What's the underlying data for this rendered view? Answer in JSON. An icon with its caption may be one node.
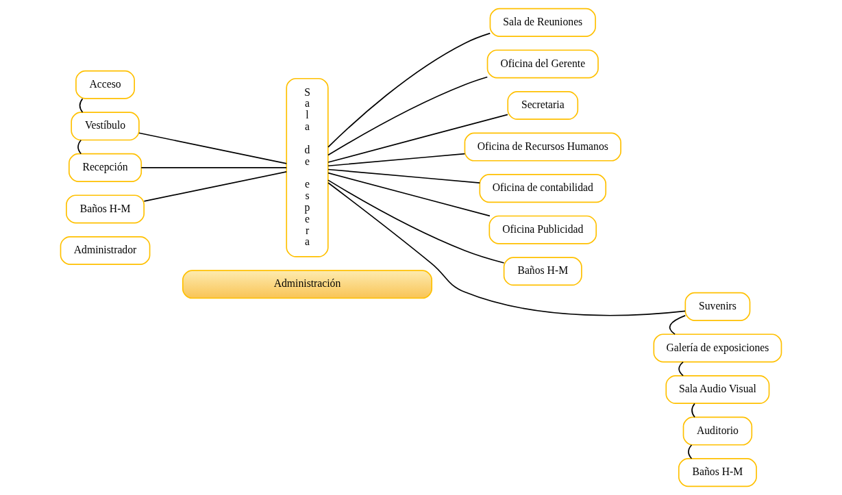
{
  "diagram": {
    "nodes": [
      {
        "text": [
          "Administración"
        ]
      },
      {
        "text": [
          "Acceso"
        ]
      },
      {
        "text": [
          "Vestíbulo"
        ]
      },
      {
        "text": [
          "Recepción"
        ]
      },
      {
        "text": [
          "Baños H-M"
        ]
      },
      {
        "text": [
          "Administrador"
        ]
      },
      {
        "text": [
          "Sala de espera"
        ]
      },
      {
        "text": [
          "Sala de Reuniones"
        ]
      },
      {
        "text": [
          "Oficina del Gerente"
        ]
      },
      {
        "text": [
          "Secretaria"
        ]
      },
      {
        "text": [
          "Oficina de Recursos Humanos"
        ]
      },
      {
        "text": [
          "Oficina de contabilidad"
        ]
      },
      {
        "text": [
          "Oficina Publicidad"
        ]
      },
      {
        "text": [
          "Baños H-M"
        ]
      },
      {
        "text": [
          "Suvenirs"
        ]
      },
      {
        "text": [
          "Galería de exposiciones"
        ]
      },
      {
        "text": [
          "Sala Audio Visual"
        ]
      },
      {
        "text": [
          "Auditorio"
        ]
      },
      {
        "text": [
          "Baños H-M"
        ]
      }
    ],
    "edges": [
      {
        "from": 1,
        "to": 2,
        "arrow": "none"
      },
      {
        "from": 2,
        "to": 3,
        "arrow": "none"
      },
      {
        "from": 2,
        "to": 6,
        "arrow": "none"
      },
      {
        "from": 3,
        "to": 6,
        "arrow": "none"
      },
      {
        "from": 4,
        "to": 6,
        "arrow": "none"
      },
      {
        "from": 6,
        "to": 7,
        "arrow": "none"
      },
      {
        "from": 6,
        "to": 8,
        "arrow": "none"
      },
      {
        "from": 6,
        "to": 9,
        "arrow": "none"
      },
      {
        "from": 6,
        "to": 10,
        "arrow": "none"
      },
      {
        "from": 6,
        "to": 11,
        "arrow": "none"
      },
      {
        "from": 6,
        "to": 12,
        "arrow": "none"
      },
      {
        "from": 6,
        "to": 13,
        "arrow": "none"
      },
      {
        "from": 6,
        "to": 14,
        "arrow": "none"
      },
      {
        "from": 14,
        "to": 15,
        "arrow": "none"
      },
      {
        "from": 15,
        "to": 16,
        "arrow": "none"
      },
      {
        "from": 16,
        "to": 17,
        "arrow": "none"
      },
      {
        "from": 17,
        "to": 18,
        "arrow": "none"
      }
    ]
  }
}
